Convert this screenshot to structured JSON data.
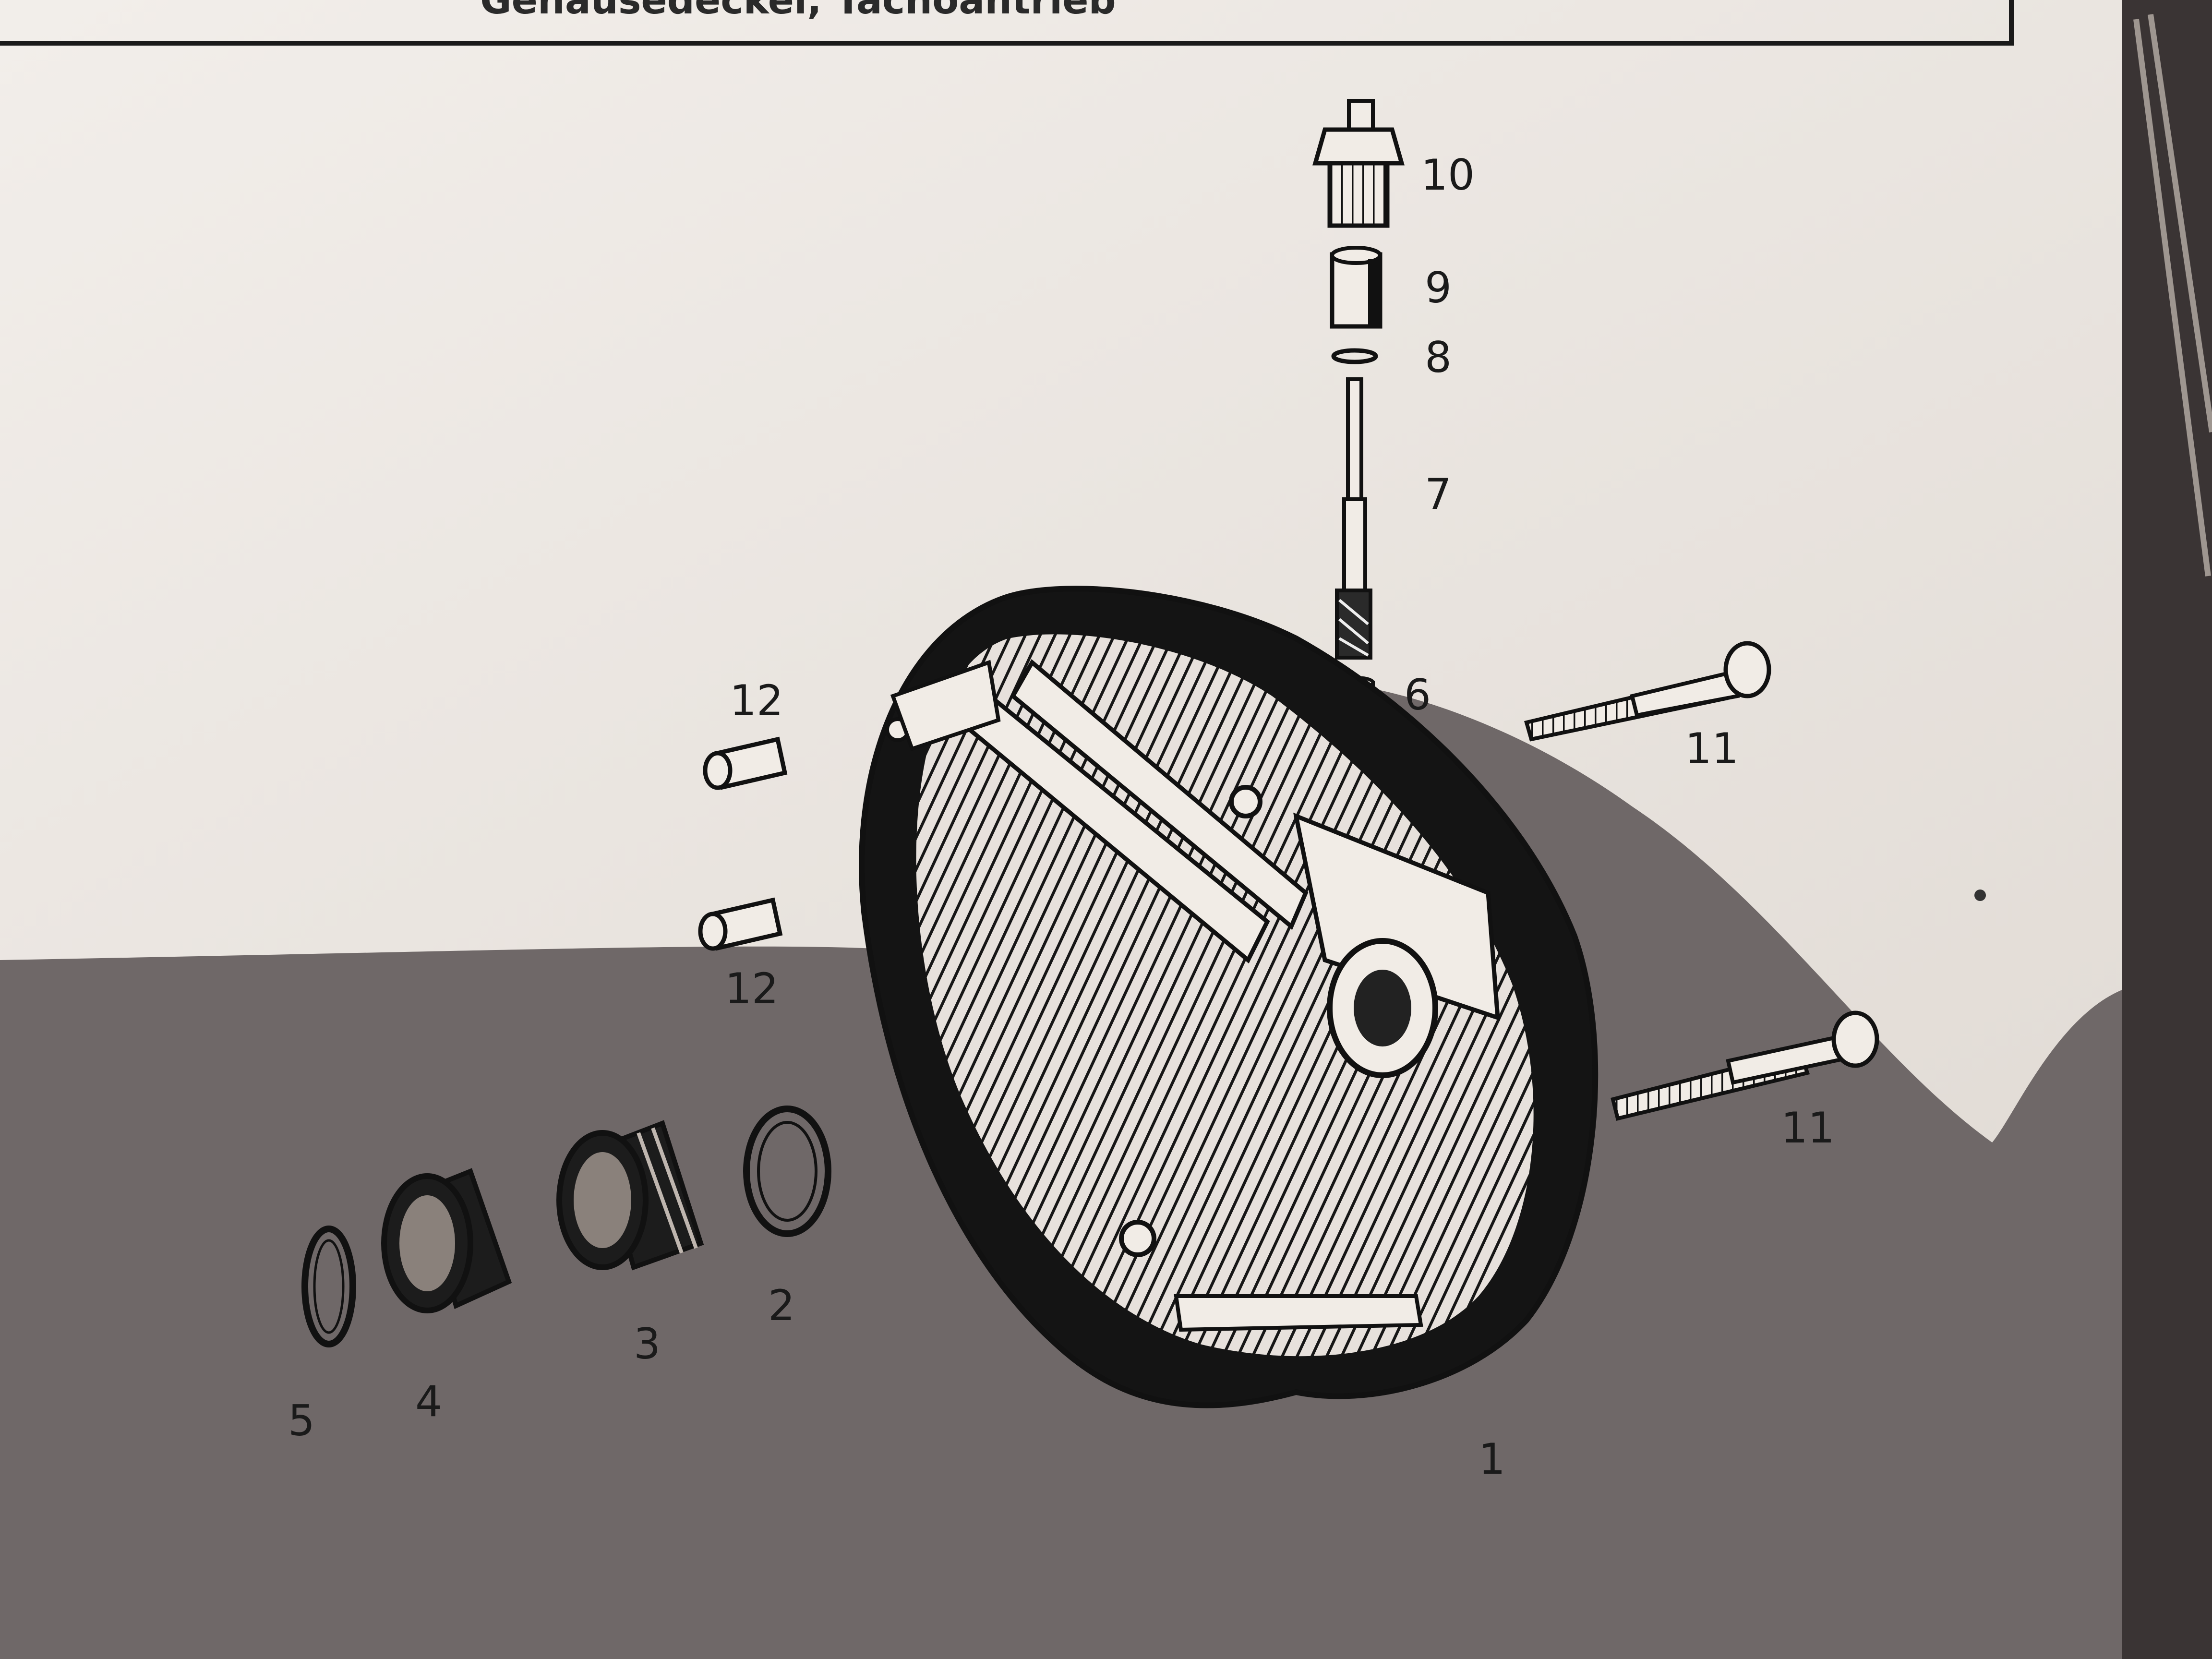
{
  "header": {
    "title_fragment": "Gehäusedeckel, Tachoantrieb"
  },
  "diagram": {
    "kind": "exploded parts diagram",
    "colors": {
      "paper": "#ece6e0",
      "shadow": "#6f6868",
      "ink": "#151515"
    },
    "labels": {
      "p1": "1",
      "p2": "2",
      "p3": "3",
      "p4": "4",
      "p5": "5",
      "p6": "6",
      "p7": "7",
      "p8": "8",
      "p9": "9",
      "p10": "10",
      "p11a": "11",
      "p11b": "11",
      "p12a": "12",
      "p12b": "12"
    }
  }
}
